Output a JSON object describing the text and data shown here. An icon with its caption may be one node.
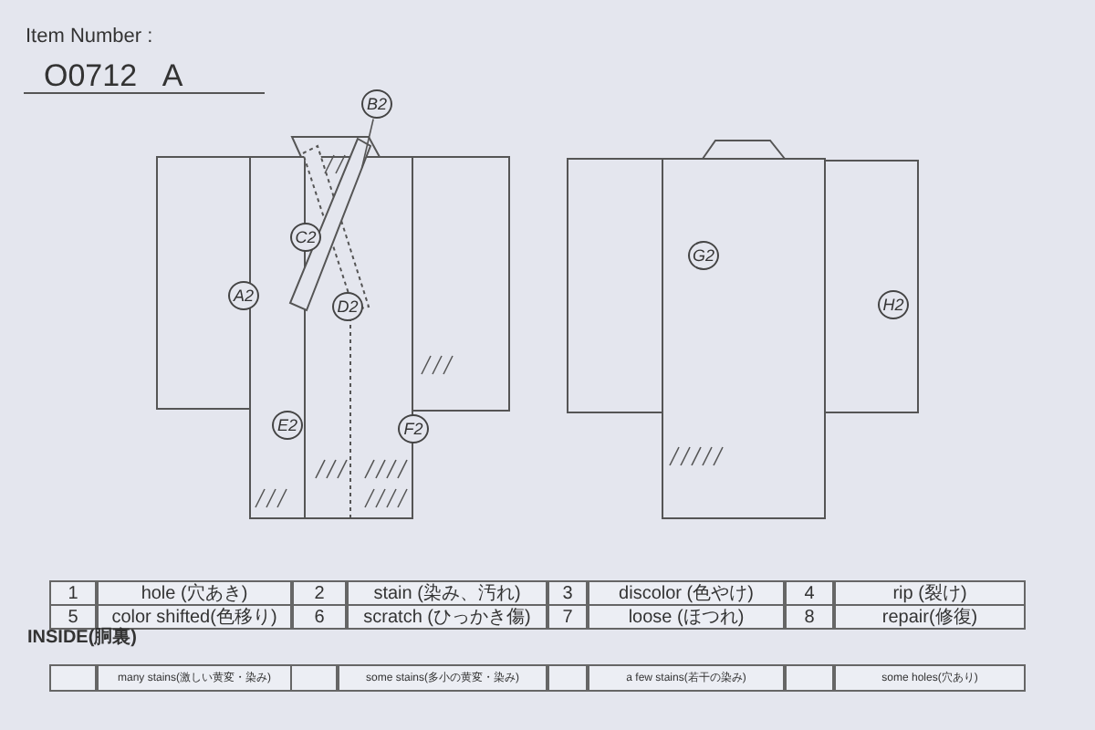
{
  "diagram": {
    "nodes": [
      {
        "text": [
          "B2"
        ]
      },
      {
        "text": [],
        "shape": "box"
      },
      {
        "text": [
          "C2"
        ]
      },
      {
        "text": [
          "A2"
        ]
      },
      {
        "text": [
          "D2"
        ]
      },
      {
        "text": [
          "E2"
        ]
      },
      {
        "text": [
          "F2"
        ]
      },
      {
        "text": [
          "G2"
        ]
      },
      {
        "text": [
          "H2"
        ]
      }
    ],
    "edges": [
      {
        "from": 0,
        "to": 1,
        "arrow": "none"
      }
    ],
    "labels": [
      "Item Number :",
      "O0712 A",
      "1",
      "hole (穴あき)",
      "2",
      "stain (染み、汚れ)",
      "3",
      "discolor (色やけ)",
      "4",
      "rip (裂け)",
      "5",
      "color shifted(色移り)",
      "6",
      "scratch (ひっかき傷)",
      "7",
      "loose (ほつれ)",
      "8",
      "repair(修復)",
      "INSIDE(胴裏)",
      "many stains(激しい黄変・染み)",
      "some stains(多小の黄変・染み)",
      "a few stains(若干の染み)",
      "some holes(穴あり)"
    ]
  }
}
